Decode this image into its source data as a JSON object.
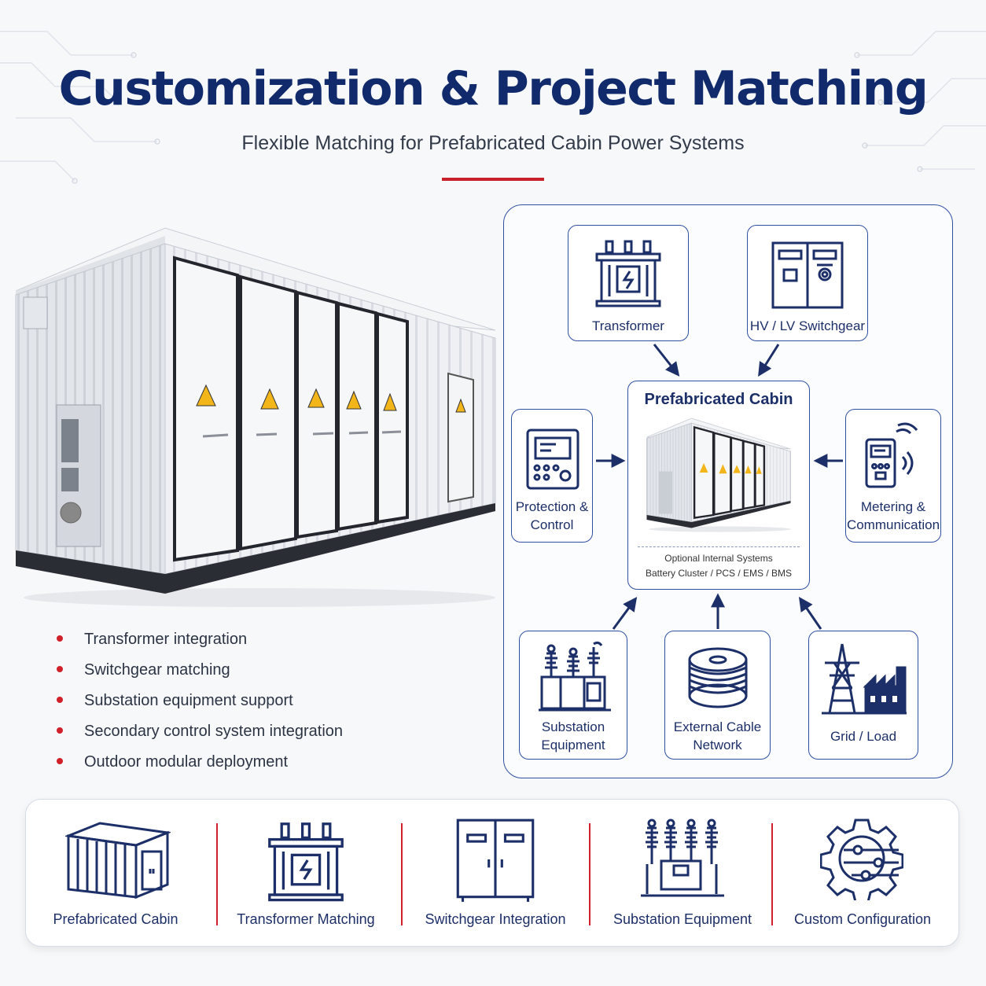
{
  "header": {
    "title": "Customization & Project Matching",
    "subtitle": "Flexible Matching for Prefabricated Cabin Power Systems"
  },
  "features": [
    "Transformer integration",
    "Switchgear matching",
    "Substation equipment support",
    "Secondary control system integration",
    "Outdoor modular deployment"
  ],
  "diagram": {
    "center": {
      "title": "Prefabricated Cabin",
      "note_line1": "Optional Internal Systems",
      "note_line2": "Battery Cluster / PCS / EMS / BMS"
    },
    "nodes": {
      "transformer": "Transformer",
      "switchgear": "HV / LV Switchgear",
      "protection_line1": "Protection &",
      "protection_line2": "Control",
      "metering_line1": "Metering &",
      "metering_line2": "Communication",
      "substation_line1": "Substation",
      "substation_line2": "Equipment",
      "cable_line1": "External Cable",
      "cable_line2": "Network",
      "grid": "Grid / Load"
    }
  },
  "strip": [
    "Prefabricated Cabin",
    "Transformer Matching",
    "Switchgear Integration",
    "Substation Equipment",
    "Custom Configuration"
  ],
  "colors": {
    "navy": "#102a6b",
    "accent_red": "#c8202a",
    "warning_yellow": "#f2b51a"
  },
  "icons": [
    "transformer-icon",
    "switchgear-cabinet-icon",
    "protection-relay-icon",
    "meter-wireless-icon",
    "substation-insulator-icon",
    "cable-reel-icon",
    "power-tower-factory-icon",
    "cabin-icon",
    "gear-sliders-icon"
  ]
}
